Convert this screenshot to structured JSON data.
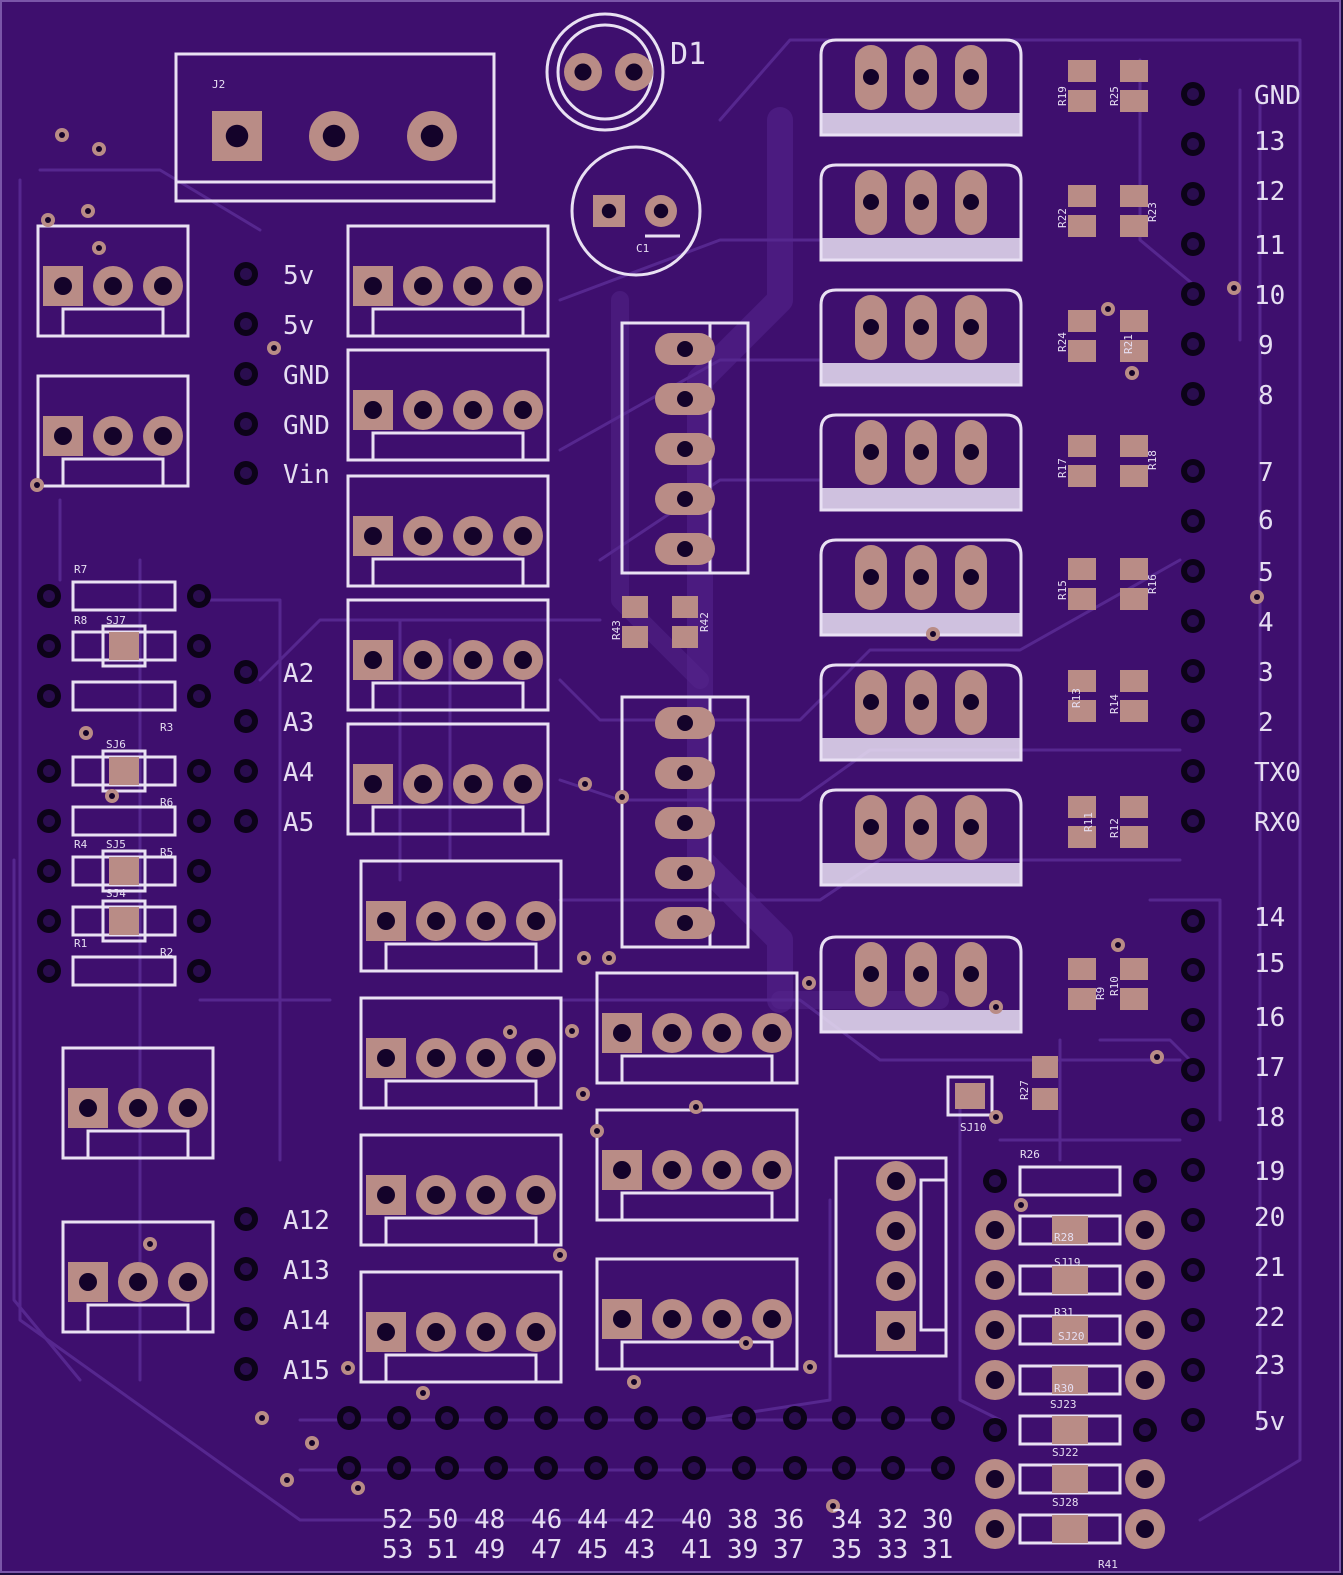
{
  "colors": {
    "board": "#3e0f6e",
    "border": "#7a55a8",
    "trace": "#56278f",
    "silk": "#e9e1f3",
    "copper": "#b98c86",
    "drill": "#14032a",
    "hole": "#0c0318"
  },
  "left_header": {
    "power_labels": [
      "5v",
      "5v",
      "GND",
      "GND",
      "Vin"
    ],
    "analog_labels_1": [
      "A2",
      "A3",
      "A4",
      "A5"
    ],
    "analog_labels_2": [
      "A12",
      "A13",
      "A14",
      "A15"
    ]
  },
  "right_header": {
    "labels": [
      "GND",
      "13",
      "12",
      "11",
      "10",
      "9",
      "8",
      "7",
      "6",
      "5",
      "4",
      "3",
      "2",
      "TX0",
      "RX0",
      "14",
      "15",
      "16",
      "17",
      "18",
      "19",
      "20",
      "21",
      "22",
      "23",
      "5v"
    ]
  },
  "bottom_header": {
    "row1": [
      "52",
      "50",
      "48",
      "46",
      "44",
      "42",
      "40",
      "38",
      "36",
      "34",
      "32",
      "30"
    ],
    "row2": [
      "53",
      "51",
      "49",
      "47",
      "45",
      "43",
      "41",
      "39",
      "37",
      "35",
      "33",
      "31"
    ]
  },
  "designators": {
    "d1": "D1",
    "j2": "J2",
    "c1": "C1",
    "sj10": "SJ10",
    "r26": "R26",
    "r27": "R27",
    "r42": "R42",
    "r43": "R43",
    "r41": "R41",
    "left_parts": [
      "R7",
      "R8",
      "SJ7",
      "R3",
      "SJ6",
      "R6",
      "R4",
      "SJ5",
      "R5",
      "SJ4",
      "R1",
      "R2"
    ],
    "right_resistors": [
      "R19",
      "R25",
      "R22",
      "R23",
      "R24",
      "R21",
      "R17",
      "R18",
      "R15",
      "R16",
      "R13",
      "R14",
      "R11",
      "R12",
      "R9",
      "R10"
    ],
    "bottom_right_parts": [
      "R28",
      "SJ19",
      "R31",
      "SJ20",
      "R30",
      "SJ23",
      "SJ22",
      "SJ28"
    ]
  }
}
